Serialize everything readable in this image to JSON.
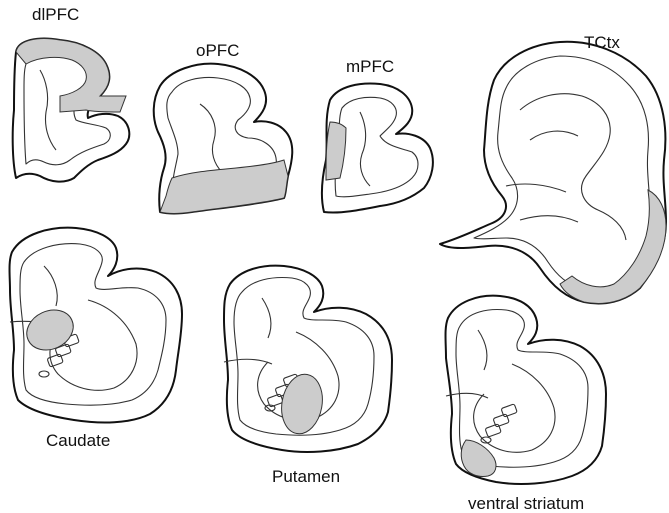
{
  "colors": {
    "outline": "#111111",
    "highlight": "#cccccc",
    "background": "#ffffff"
  },
  "labels": {
    "dlpfc": "dlPFC",
    "opfc": "oPFC",
    "mpfc": "mPFC",
    "tctx": "TCtx",
    "caudate": "Caudate",
    "putamen": "Putamen",
    "ventral_striatum": "ventral striatum"
  }
}
